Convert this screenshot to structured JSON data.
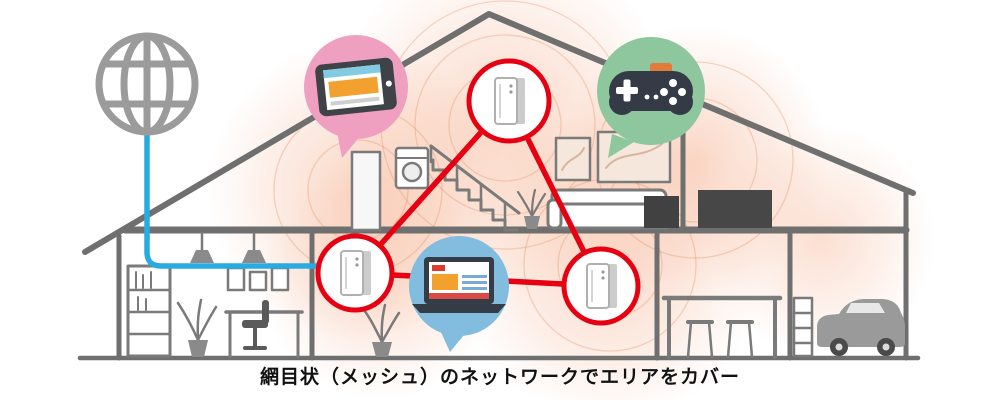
{
  "caption": "網目状（メッシュ）のネットワークでエリアをカバー",
  "internet": {
    "icon": "globe-icon",
    "icon_color": "#9b9b9b",
    "line_color": "#29abe2"
  },
  "house": {
    "outline_color": "#6f6f6f"
  },
  "mesh": {
    "link_color": "#e60012",
    "node_icon": "router-icon",
    "node_count": 3,
    "coverage_color": "#f2976a"
  },
  "devices": [
    {
      "name": "tablet",
      "icon": "tablet-icon",
      "bubble_color": "#ef9fc0"
    },
    {
      "name": "game-controller",
      "icon": "gamepad-icon",
      "bubble_color": "#8ec69e"
    },
    {
      "name": "laptop",
      "icon": "laptop-icon",
      "bubble_color": "#82bcdf"
    }
  ]
}
